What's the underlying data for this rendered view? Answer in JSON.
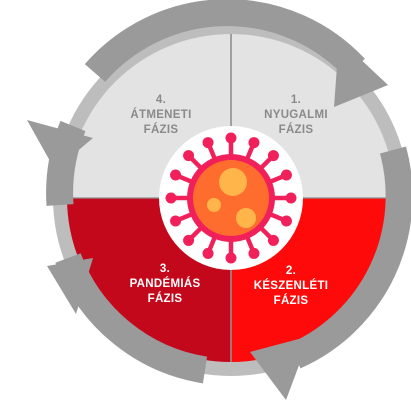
{
  "colors": {
    "cycle_arrows": "#9a9a9a",
    "ring": "#bdbdbd",
    "quadrant_top": "#e3e3e3",
    "quadrant_bottom_left": "#c4081c",
    "quadrant_bottom_right": "#ff0a0a",
    "divider": "#8f8f8f",
    "text_on_grey": "#8a8a8a",
    "text_on_red": "#ffffff",
    "virus_spikes": "#f2205a",
    "virus_body": "#ff6d2e",
    "virus_spots": "#ffb54a"
  },
  "center_icon": "virus-icon",
  "phases": [
    {
      "number": "1.",
      "name": "NYUGALMI",
      "suffix": "FÁZIS"
    },
    {
      "number": "2.",
      "name": "KÉSZENLÉTI",
      "suffix": "FÁZIS"
    },
    {
      "number": "3.",
      "name": "PANDÉMIÁS",
      "suffix": "FÁZIS"
    },
    {
      "number": "4.",
      "name": "ÁTMENETI",
      "suffix": "FÁZIS"
    }
  ]
}
